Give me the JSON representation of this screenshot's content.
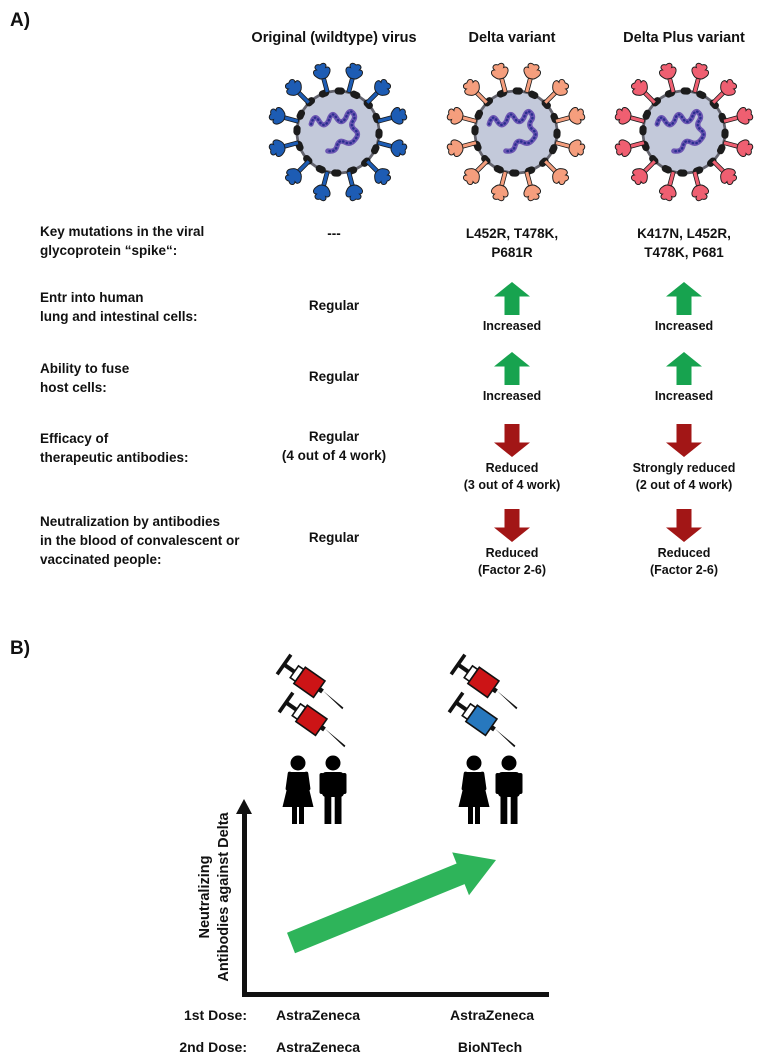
{
  "panel_a": {
    "label": "A)",
    "columns": [
      "Original (wildtype) virus",
      "Delta variant",
      "Delta Plus variant"
    ],
    "virus_colors": {
      "wildtype_spike": "#1d5cb4",
      "delta_spike": "#f59e7d",
      "delta_plus_spike": "#ef5f71",
      "body": "#c3c9da",
      "membrane": "#63636d",
      "rna_outer": "#6b55b2",
      "rna_inner": "#2a2f8f"
    },
    "arrow_colors": {
      "increase": "#17a34f",
      "decrease": "#a21616"
    },
    "rows": [
      {
        "label": "Key mutations in the viral\nglycoprotein “spike“:",
        "cols": [
          {
            "type": "text",
            "text": "---"
          },
          {
            "type": "text",
            "text": "L452R, T478K,\nP681R"
          },
          {
            "type": "text",
            "text": "K417N, L452R,\nT478K, P681"
          }
        ]
      },
      {
        "label": "Entr into human\nlung and intestinal cells:",
        "cols": [
          {
            "type": "text",
            "text": "Regular"
          },
          {
            "type": "up",
            "text": "Increased"
          },
          {
            "type": "up",
            "text": "Increased"
          }
        ]
      },
      {
        "label": "Ability to fuse\nhost cells:",
        "cols": [
          {
            "type": "text",
            "text": "Regular"
          },
          {
            "type": "up",
            "text": "Increased"
          },
          {
            "type": "up",
            "text": "Increased"
          }
        ]
      },
      {
        "label": "Efficacy of\ntherapeutic antibodies:",
        "cols": [
          {
            "type": "text",
            "text": "Regular\n(4 out of 4 work)"
          },
          {
            "type": "down",
            "text": "Reduced\n(3 out of 4 work)"
          },
          {
            "type": "down",
            "text": "Strongly reduced\n(2 out of 4 work)"
          }
        ]
      },
      {
        "label": "Neutralization by antibodies\nin the blood of convalescent or\nvaccinated people:",
        "cols": [
          {
            "type": "text",
            "text": "Regular"
          },
          {
            "type": "down",
            "text": "Reduced\n(Factor 2-6)"
          },
          {
            "type": "down",
            "text": "Reduced\n(Factor 2-6)"
          }
        ]
      }
    ]
  },
  "panel_b": {
    "label": "B)",
    "y_axis_label": "Neutralizing\nAntibodies against Delta",
    "trend_color": "#2eb45a",
    "syringe_colors": {
      "red": "#cc1416",
      "blue": "#2778be"
    },
    "groups": [
      {
        "syringes": [
          "red",
          "red"
        ]
      },
      {
        "syringes": [
          "red",
          "blue"
        ]
      }
    ],
    "dose_rows": [
      {
        "label": "1st Dose:",
        "values": [
          "AstraZeneca",
          "AstraZeneca"
        ]
      },
      {
        "label": "2nd Dose:",
        "values": [
          "AstraZeneca",
          "BioNTech"
        ]
      }
    ]
  }
}
